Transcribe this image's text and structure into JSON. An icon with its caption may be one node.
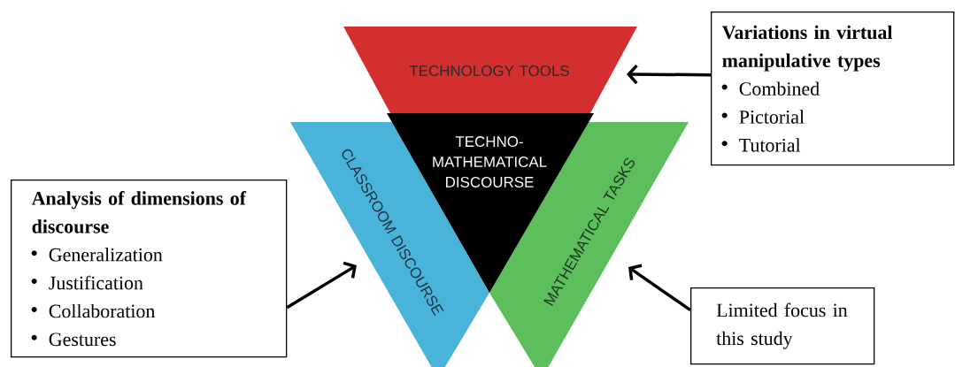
{
  "diagram": {
    "nodes": [
      {
        "text": [
          "TECHNOLOGY TOOLS"
        ]
      },
      {
        "text": [
          "TECHNO- MATHEMATICAL DISCOURSE"
        ]
      },
      {
        "text": [
          "CLASSROOM DISCOURSE"
        ]
      },
      {
        "text": [
          "MATHEMATICAL TASKS"
        ]
      },
      {
        "text": [
          "Variations in virtual manipulative types",
          "Combined",
          "Pictorial",
          "Tutorial"
        ]
      },
      {
        "text": [
          "Analysis of dimensions of discourse",
          "Generalization",
          "Justification",
          "Collaboration",
          "Gestures"
        ]
      },
      {
        "text": [
          "Limited focus in this study"
        ]
      }
    ],
    "edges": [
      {
        "from": 4,
        "to": 0,
        "arrow": "to"
      },
      {
        "from": 5,
        "to": 2,
        "arrow": "to"
      },
      {
        "from": 6,
        "to": 3,
        "arrow": "to"
      }
    ]
  }
}
